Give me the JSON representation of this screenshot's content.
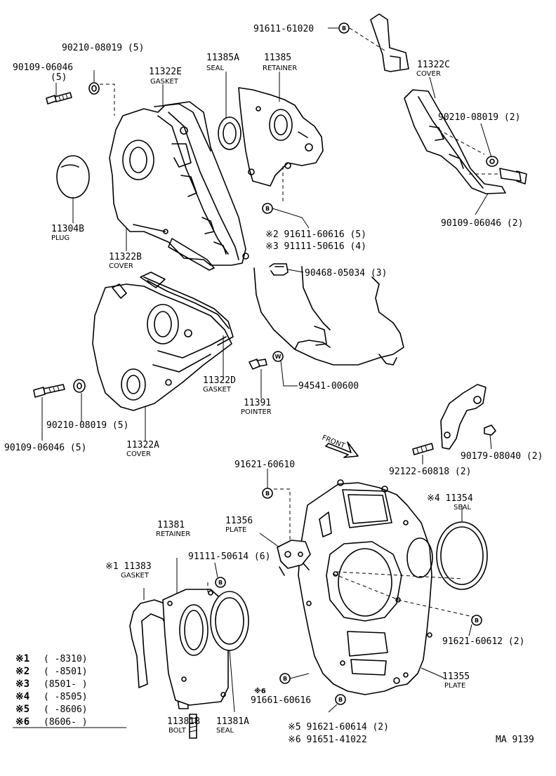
{
  "labels": {
    "p91611_61020": "91611-61020",
    "p90210_08019_top": "90210-08019 (5)",
    "p90109_06046_top": "90109-06046",
    "p90109_06046_top_qty": "(5)",
    "p11322E": "11322E",
    "p11322E_name": "GASKET",
    "p11385A": "11385A",
    "p11385A_name": "SEAL",
    "p11385": "11385",
    "p11385_name": "RETAINER",
    "p11322C": "11322C",
    "p11322C_name": "COVER",
    "p90210_08019_right": "90210-08019 (2)",
    "p90109_06046_right": "90109-06046 (2)",
    "p11304B": "11304B",
    "p11304B_name": "PLUG",
    "p11322B": "11322B",
    "p11322B_name": "COVER",
    "p91611_60616": "※2 91611-60616 (5)",
    "p91111_50616": "※3 91111-50616 (4)",
    "p90468_05034": "90468-05034 (3)",
    "p11322D": "11322D",
    "p11322D_name": "GASKET",
    "p11391": "11391",
    "p11391_name": "POINTER",
    "p94541_00600": "94541-00600",
    "p90109_06046_left": "90109-06046 (5)",
    "p90210_08019_left": "90210-08019 (5)",
    "p11322A": "11322A",
    "p11322A_name": "COVER",
    "front": "FRONT",
    "p90179_08040": "90179-08040 (2)",
    "p92122_60818": "92122-60818 (2)",
    "p91621_60610": "91621-60610",
    "p11354": "※4 11354",
    "p11354_name": "SEAL",
    "p11356": "11356",
    "p11356_name": "PLATE",
    "p11381": "11381",
    "p11381_name": "RETAINER",
    "p91111_50614": "91111-50614 (6)",
    "p11383": "※1 11383",
    "p11383_name": "GASKET",
    "p91621_60612": "91621-60612 (2)",
    "p11355": "11355",
    "p11355_name": "PLATE",
    "p91661_mark": "※6",
    "p91661_60616": "91661-60616",
    "p91621_60614": "※5 91621-60614 (2)",
    "p91651_41022": "※6 91651-41022",
    "p11381B": "11381B",
    "p11381B_name": "BOLT",
    "p11381A": "11381A",
    "p11381A_name": "SEAL",
    "code": "MA 9139"
  },
  "notes": [
    {
      "mark": "※1",
      "range": "(      -8310)"
    },
    {
      "mark": "※2",
      "range": "(      -8501)"
    },
    {
      "mark": "※3",
      "range": "(8501-      )"
    },
    {
      "mark": "※4",
      "range": "(      -8505)"
    },
    {
      "mark": "※5",
      "range": "(      -8606)"
    },
    {
      "mark": "※6",
      "range": "(8606-      )"
    }
  ],
  "circle_marks": {
    "b": "B",
    "w": "W"
  }
}
